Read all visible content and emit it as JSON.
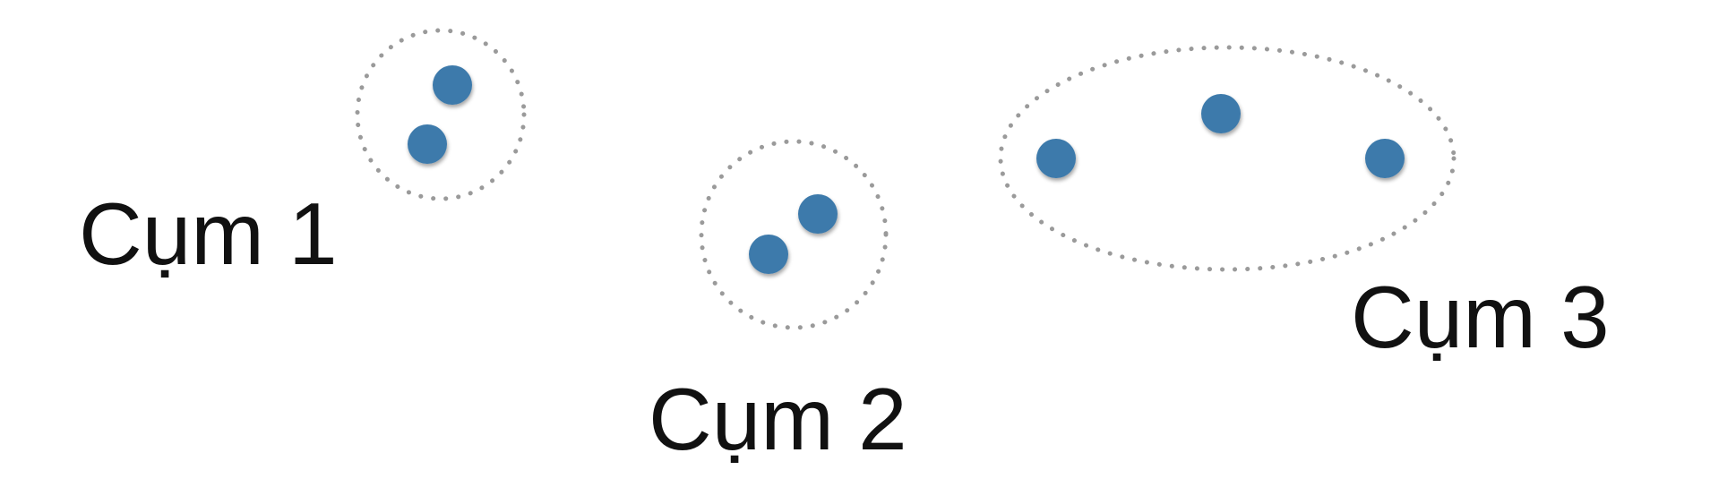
{
  "diagram": {
    "colors": {
      "point": "#3d7aab",
      "boundary": "#9a9a9a",
      "label": "#111111",
      "background": "#ffffff"
    },
    "clusters": [
      {
        "label": "Cụm 1",
        "points": 2
      },
      {
        "label": "Cụm 2",
        "points": 2
      },
      {
        "label": "Cụm 3",
        "points": 3
      }
    ]
  }
}
